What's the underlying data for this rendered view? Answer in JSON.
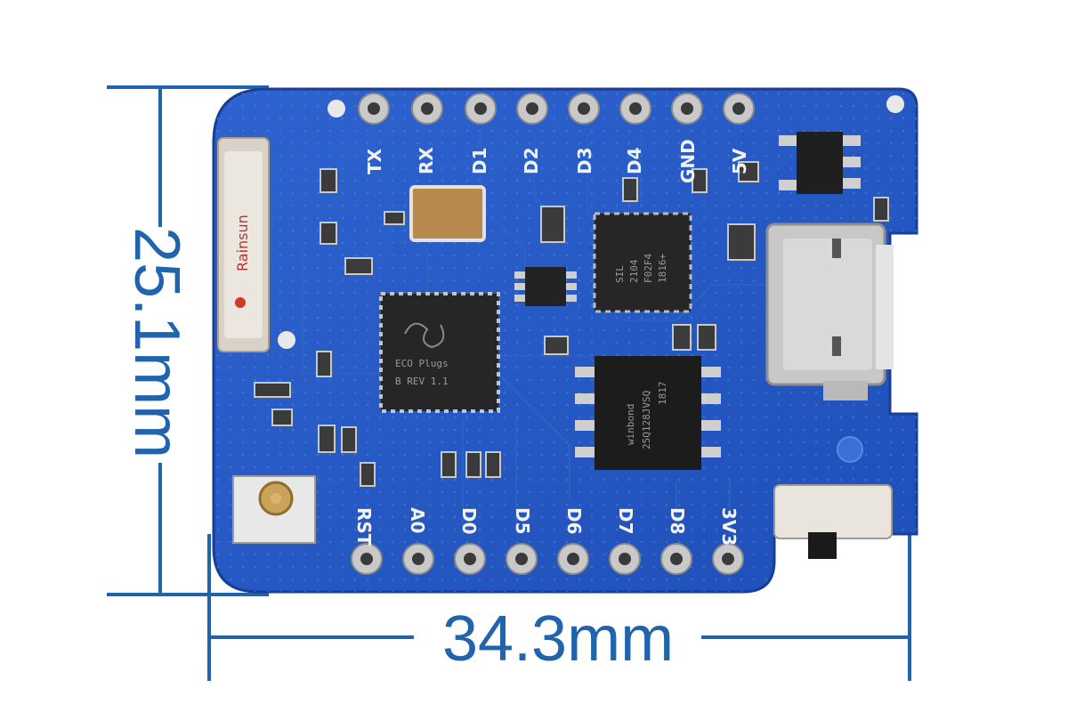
{
  "dimensions": {
    "height": "25.1mm",
    "width": "34.3mm"
  },
  "board": {
    "top_pins": [
      "TX",
      "RX",
      "D1",
      "D2",
      "D3",
      "D4",
      "GND",
      "5V"
    ],
    "bottom_pins": [
      "RST",
      "A0",
      "D0",
      "D5",
      "D6",
      "D7",
      "D8",
      "3V3"
    ],
    "antenna_label": "Rainsun",
    "main_chip_text": [
      "ECO Plugs",
      "B REV 1.1"
    ],
    "flash_chip_text": [
      "winbond",
      "25Q128JVSQ",
      "1817"
    ],
    "usb_chip_text": [
      "SIL",
      "2104",
      "F02F4",
      "1816+"
    ]
  },
  "colors": {
    "pcb": "#2558c6",
    "dimension": "#1f64ad",
    "silkscreen": "#f2f2f2",
    "chip": "#2a2a2a"
  }
}
